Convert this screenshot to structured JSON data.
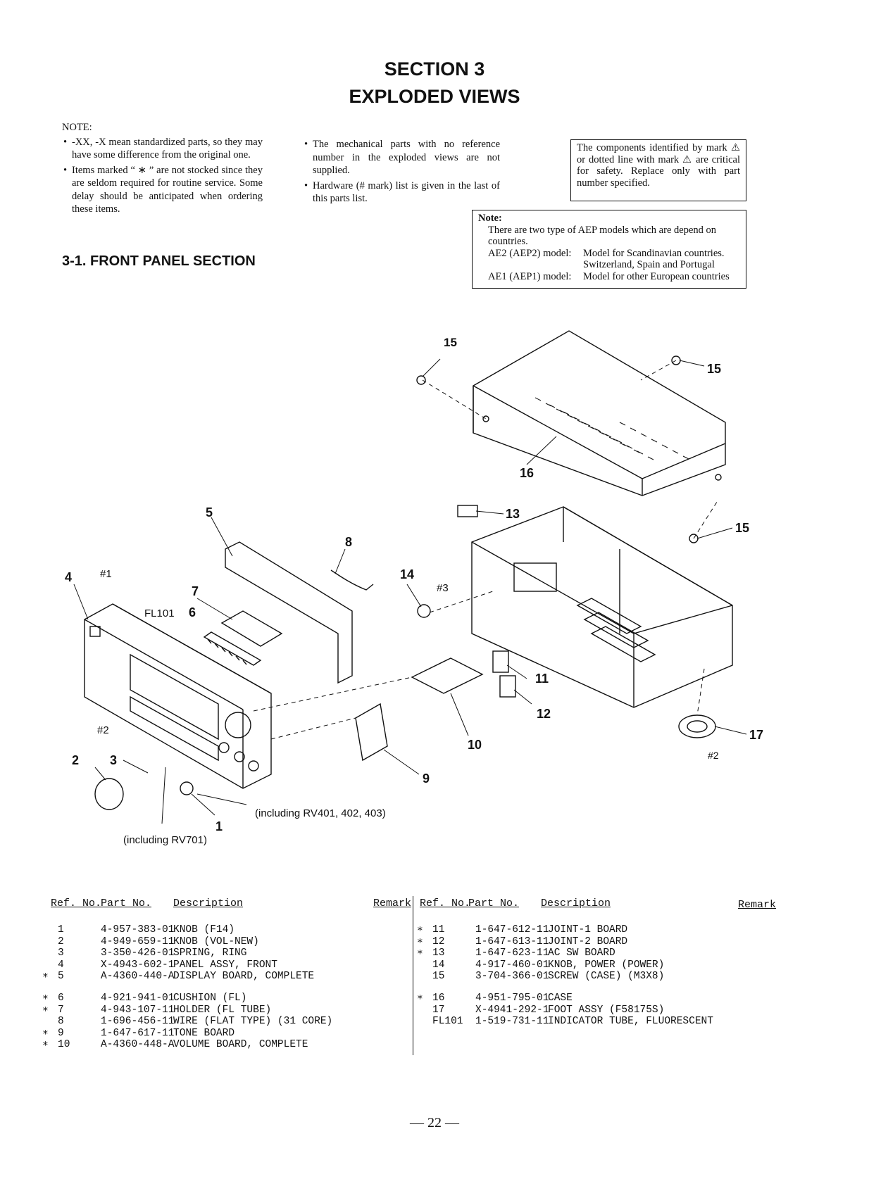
{
  "header": {
    "section": "SECTION 3",
    "title": "EXPLODED VIEWS"
  },
  "notes": {
    "label": "NOTE:",
    "left": [
      "-XX, -X mean standardized parts, so they may have some difference from the original one.",
      "Items marked “ ∗ ” are not stocked since they are seldom required for routine service. Some delay should be anticipated when ordering these items."
    ],
    "middle": [
      "The mechanical parts with no reference number in the exploded views are not supplied.",
      "Hardware (# mark) list is given in the last of this parts list."
    ],
    "safety": "The components identified by mark ⚠ or dotted line with mark ⚠ are critical for safety. Replace only with part number specified.",
    "aep_label": "Note:",
    "aep_intro": "There are two type of AEP models which are depend on countries.",
    "aep_rows": [
      {
        "model": "AE2 (AEP2) model:",
        "desc": "Model for Scandinavian countries. Switzerland, Spain and Portugal"
      },
      {
        "model": "AE1 (AEP1) model:",
        "desc": "Model for other European countries"
      }
    ]
  },
  "section_heading": "3-1.  FRONT PANEL SECTION",
  "diagram": {
    "callouts": [
      "15",
      "15",
      "15",
      "16",
      "13",
      "14",
      "#3",
      "5",
      "8",
      "4",
      "#1",
      "7",
      "FL101",
      "6",
      "11",
      "12",
      "17",
      "#2",
      "10",
      "9",
      "#2",
      "2",
      "3",
      "1"
    ],
    "note_rv401": "(including RV401, 402, 403)",
    "note_rv701": "(including RV701)"
  },
  "parts_table": {
    "headers": {
      "ref": "Ref. No.",
      "part": "Part No.",
      "desc": "Description",
      "remark": "Remark"
    },
    "left": [
      {
        "mark": "",
        "ref": "1",
        "part": "4-957-383-01",
        "desc": "KNOB (F14)"
      },
      {
        "mark": "",
        "ref": "2",
        "part": "4-949-659-11",
        "desc": "KNOB (VOL-NEW)"
      },
      {
        "mark": "",
        "ref": "3",
        "part": "3-350-426-01",
        "desc": "SPRING, RING"
      },
      {
        "mark": "",
        "ref": "4",
        "part": "X-4943-602-1",
        "desc": "PANEL ASSY, FRONT"
      },
      {
        "mark": "∗",
        "ref": "5",
        "part": "A-4360-440-A",
        "desc": "DISPLAY BOARD, COMPLETE"
      },
      {
        "mark": "∗",
        "ref": "6",
        "part": "4-921-941-01",
        "desc": "CUSHION (FL)"
      },
      {
        "mark": "∗",
        "ref": "7",
        "part": "4-943-107-11",
        "desc": "HOLDER (FL TUBE)"
      },
      {
        "mark": "",
        "ref": "8",
        "part": "1-696-456-11",
        "desc": "WIRE (FLAT TYPE) (31 CORE)"
      },
      {
        "mark": "∗",
        "ref": "9",
        "part": "1-647-617-11",
        "desc": "TONE BOARD"
      },
      {
        "mark": "∗",
        "ref": "10",
        "part": "A-4360-448-A",
        "desc": "VOLUME BOARD, COMPLETE"
      }
    ],
    "right": [
      {
        "mark": "∗",
        "ref": "11",
        "part": "1-647-612-11",
        "desc": "JOINT-1 BOARD"
      },
      {
        "mark": "∗",
        "ref": "12",
        "part": "1-647-613-11",
        "desc": "JOINT-2 BOARD"
      },
      {
        "mark": "∗",
        "ref": "13",
        "part": "1-647-623-11",
        "desc": "AC SW BOARD"
      },
      {
        "mark": "",
        "ref": "14",
        "part": "4-917-460-01",
        "desc": "KNOB, POWER (POWER)"
      },
      {
        "mark": "",
        "ref": "15",
        "part": "3-704-366-01",
        "desc": "SCREW (CASE) (M3X8)"
      },
      {
        "mark": "∗",
        "ref": "16",
        "part": "4-951-795-01",
        "desc": "CASE"
      },
      {
        "mark": "",
        "ref": "17",
        "part": "X-4941-292-1",
        "desc": "FOOT ASSY (F58175S)"
      },
      {
        "mark": "",
        "ref": "FL101",
        "part": "1-519-731-11",
        "desc": "INDICATOR TUBE, FLUORESCENT"
      }
    ]
  },
  "page_number": "— 22 —"
}
